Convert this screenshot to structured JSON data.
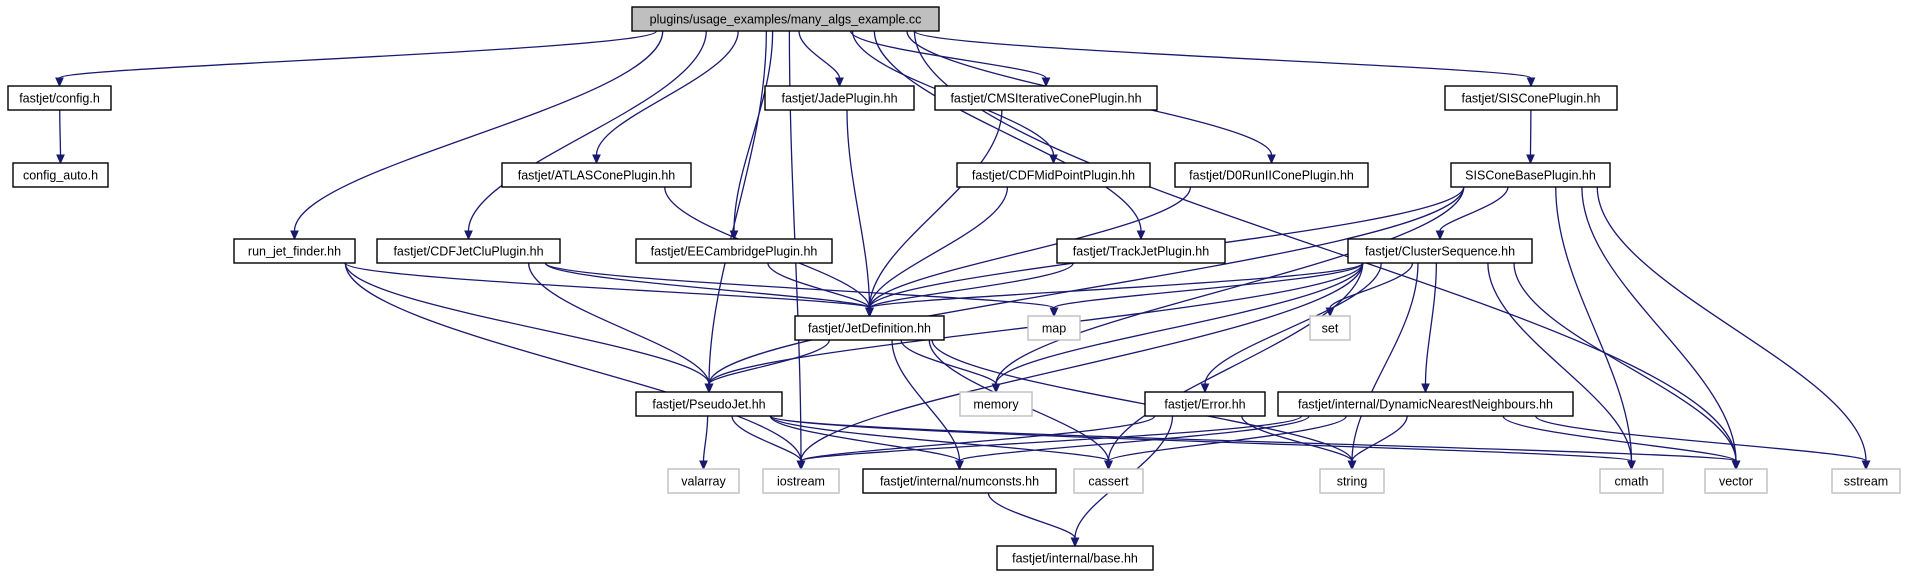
{
  "graph": {
    "root": "plugins/usage_examples/many_algs_example.cc",
    "nodes": [
      {
        "id": "root",
        "label": "plugins/usage_examples/many_algs_example.cc",
        "kind": "root"
      },
      {
        "id": "config",
        "label": "fastjet/config.h",
        "kind": "file"
      },
      {
        "id": "config_auto",
        "label": "config_auto.h",
        "kind": "file"
      },
      {
        "id": "jade",
        "label": "fastjet/JadePlugin.hh",
        "kind": "file"
      },
      {
        "id": "cmsic",
        "label": "fastjet/CMSIterativeConePlugin.hh",
        "kind": "file"
      },
      {
        "id": "siscone",
        "label": "fastjet/SISConePlugin.hh",
        "kind": "file"
      },
      {
        "id": "atlas",
        "label": "fastjet/ATLASConePlugin.hh",
        "kind": "file"
      },
      {
        "id": "cdfmid",
        "label": "fastjet/CDFMidPointPlugin.hh",
        "kind": "file"
      },
      {
        "id": "d0run",
        "label": "fastjet/D0RunIIConePlugin.hh",
        "kind": "file"
      },
      {
        "id": "sisbase",
        "label": "SISConeBasePlugin.hh",
        "kind": "file"
      },
      {
        "id": "runjet",
        "label": "run_jet_finder.hh",
        "kind": "file"
      },
      {
        "id": "cdfjc",
        "label": "fastjet/CDFJetCluPlugin.hh",
        "kind": "file"
      },
      {
        "id": "eecam",
        "label": "fastjet/EECambridgePlugin.hh",
        "kind": "file"
      },
      {
        "id": "trackjet",
        "label": "fastjet/TrackJetPlugin.hh",
        "kind": "file"
      },
      {
        "id": "clusterseq",
        "label": "fastjet/ClusterSequence.hh",
        "kind": "file"
      },
      {
        "id": "jetdef",
        "label": "fastjet/JetDefinition.hh",
        "kind": "file"
      },
      {
        "id": "map",
        "label": "map",
        "kind": "system"
      },
      {
        "id": "set",
        "label": "set",
        "kind": "system"
      },
      {
        "id": "memory",
        "label": "memory",
        "kind": "system"
      },
      {
        "id": "pseudojet",
        "label": "fastjet/PseudoJet.hh",
        "kind": "file"
      },
      {
        "id": "error",
        "label": "fastjet/Error.hh",
        "kind": "file"
      },
      {
        "id": "dnn",
        "label": "fastjet/internal/DynamicNearestNeighbours.hh",
        "kind": "file"
      },
      {
        "id": "valarray",
        "label": "valarray",
        "kind": "system"
      },
      {
        "id": "iostream",
        "label": "iostream",
        "kind": "system"
      },
      {
        "id": "numconsts",
        "label": "fastjet/internal/numconsts.hh",
        "kind": "file"
      },
      {
        "id": "cassert",
        "label": "cassert",
        "kind": "system"
      },
      {
        "id": "string",
        "label": "string",
        "kind": "system"
      },
      {
        "id": "cmath",
        "label": "cmath",
        "kind": "system"
      },
      {
        "id": "vector",
        "label": "vector",
        "kind": "system"
      },
      {
        "id": "sstream",
        "label": "sstream",
        "kind": "system"
      },
      {
        "id": "base",
        "label": "fastjet/internal/base.hh",
        "kind": "file"
      }
    ],
    "edges": [
      [
        "root",
        "config"
      ],
      [
        "root",
        "jade"
      ],
      [
        "root",
        "cmsic"
      ],
      [
        "root",
        "siscone"
      ],
      [
        "root",
        "atlas"
      ],
      [
        "root",
        "cdfmid"
      ],
      [
        "root",
        "d0run"
      ],
      [
        "root",
        "runjet"
      ],
      [
        "root",
        "cdfjc"
      ],
      [
        "root",
        "eecam"
      ],
      [
        "root",
        "trackjet"
      ],
      [
        "root",
        "pseudojet"
      ],
      [
        "root",
        "iostream"
      ],
      [
        "root",
        "vector"
      ],
      [
        "config",
        "config_auto"
      ],
      [
        "jade",
        "jetdef"
      ],
      [
        "cmsic",
        "jetdef"
      ],
      [
        "atlas",
        "jetdef"
      ],
      [
        "cdfmid",
        "jetdef"
      ],
      [
        "d0run",
        "jetdef"
      ],
      [
        "eecam",
        "jetdef"
      ],
      [
        "trackjet",
        "jetdef"
      ],
      [
        "cdfjc",
        "jetdef"
      ],
      [
        "runjet",
        "jetdef"
      ],
      [
        "siscone",
        "sisbase"
      ],
      [
        "sisbase",
        "clusterseq"
      ],
      [
        "sisbase",
        "jetdef"
      ],
      [
        "sisbase",
        "memory"
      ],
      [
        "sisbase",
        "pseudojet"
      ],
      [
        "sisbase",
        "cmath"
      ],
      [
        "sisbase",
        "vector"
      ],
      [
        "sisbase",
        "sstream"
      ],
      [
        "cdfjc",
        "map"
      ],
      [
        "cdfjc",
        "pseudojet"
      ],
      [
        "runjet",
        "pseudojet"
      ],
      [
        "runjet",
        "iostream"
      ],
      [
        "clusterseq",
        "jetdef"
      ],
      [
        "clusterseq",
        "map"
      ],
      [
        "clusterseq",
        "set"
      ],
      [
        "clusterseq",
        "memory"
      ],
      [
        "clusterseq",
        "pseudojet"
      ],
      [
        "clusterseq",
        "iostream"
      ],
      [
        "clusterseq",
        "cassert"
      ],
      [
        "clusterseq",
        "error"
      ],
      [
        "clusterseq",
        "dnn"
      ],
      [
        "clusterseq",
        "string"
      ],
      [
        "clusterseq",
        "cmath"
      ],
      [
        "clusterseq",
        "vector"
      ],
      [
        "jetdef",
        "pseudojet"
      ],
      [
        "jetdef",
        "memory"
      ],
      [
        "jetdef",
        "numconsts"
      ],
      [
        "jetdef",
        "cassert"
      ],
      [
        "jetdef",
        "string"
      ],
      [
        "pseudojet",
        "valarray"
      ],
      [
        "pseudojet",
        "iostream"
      ],
      [
        "pseudojet",
        "numconsts"
      ],
      [
        "pseudojet",
        "cassert"
      ],
      [
        "pseudojet",
        "vector"
      ],
      [
        "pseudojet",
        "cmath"
      ],
      [
        "error",
        "iostream"
      ],
      [
        "error",
        "string"
      ],
      [
        "error",
        "base"
      ],
      [
        "dnn",
        "iostream"
      ],
      [
        "dnn",
        "numconsts"
      ],
      [
        "dnn",
        "cassert"
      ],
      [
        "dnn",
        "string"
      ],
      [
        "dnn",
        "vector"
      ],
      [
        "dnn",
        "sstream"
      ],
      [
        "numconsts",
        "base"
      ]
    ]
  },
  "colors": {
    "edge": "#191970",
    "root_fill": "#bfbfbf",
    "file_border": "#000000",
    "system_border": "#bfbfbf"
  }
}
